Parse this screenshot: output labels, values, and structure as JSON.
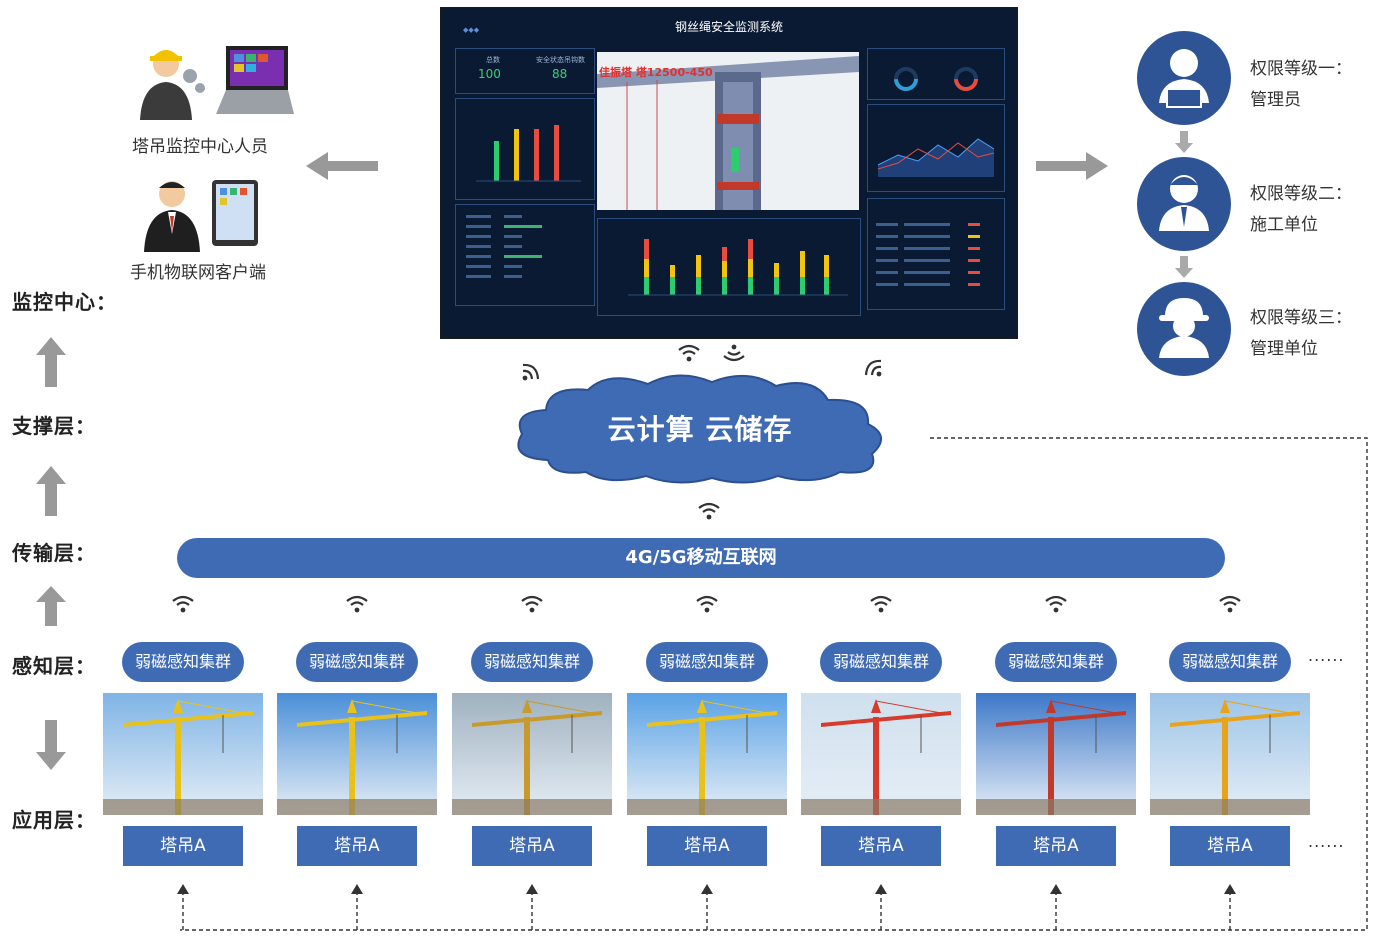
{
  "layers": [
    {
      "id": "monitor",
      "label": "监控中心："
    },
    {
      "id": "support",
      "label": "支撑层："
    },
    {
      "id": "transport",
      "label": "传输层："
    },
    {
      "id": "perception",
      "label": "感知层："
    },
    {
      "id": "application",
      "label": "应用层："
    }
  ],
  "clients": {
    "center_staff": "塔吊监控中心人员",
    "mobile_client": "手机物联网客户端"
  },
  "monitor": {
    "title": "钢丝绳安全监测系统",
    "stat1_label": "总数",
    "stat1_value": "100",
    "stat2_label": "安全状态吊钩数",
    "stat2_value": "88",
    "video_caption": "佳振塔 塔12500-450"
  },
  "cloud": {
    "label": "云计算 云储存"
  },
  "network": {
    "label": "4G/5G移动互联网"
  },
  "sensors": {
    "label": "弱磁感知集群",
    "count": 7
  },
  "cranes": {
    "label": "塔吊A",
    "count": 7
  },
  "ellipsis": "......",
  "roles": [
    {
      "level": "权限等级一：",
      "name": "管理员",
      "icon": "admin-icon"
    },
    {
      "level": "权限等级二：",
      "name": "施工单位",
      "icon": "contractor-icon"
    },
    {
      "level": "权限等级三：",
      "name": "管理单位",
      "icon": "manager-icon"
    }
  ],
  "colors": {
    "accent": "#3f6bb5",
    "role_icon": "#2f5496",
    "arrow": "#999999",
    "monitor_bg": "#0b1a33"
  }
}
